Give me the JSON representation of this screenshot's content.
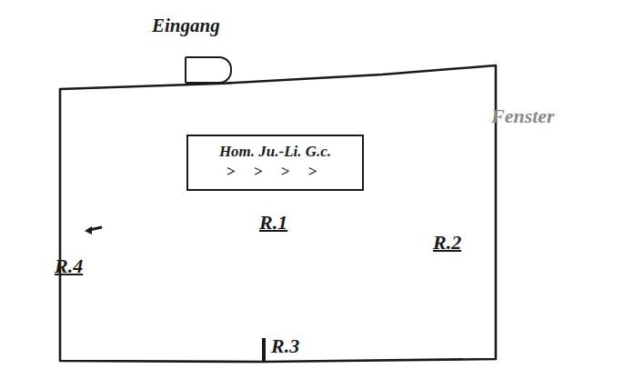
{
  "diagram": {
    "nodes": [
      {
        "text": [
          "Hom. Ju.-Li. G.c.",
          "> > > >"
        ]
      },
      {
        "text": [
          "Eingang"
        ]
      }
    ],
    "labels": [
      "R.1",
      "R.2",
      "R.3",
      "R.4",
      "Fenster"
    ]
  }
}
